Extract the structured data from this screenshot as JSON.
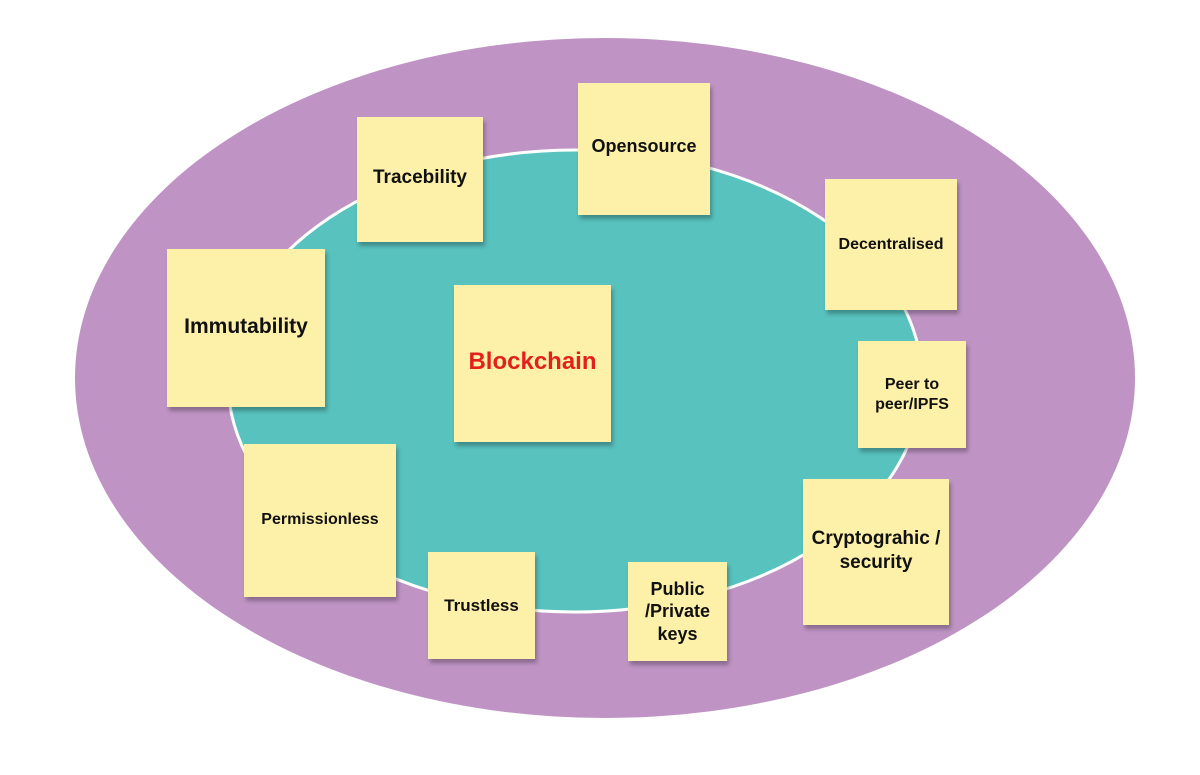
{
  "colors": {
    "outer": "#bf94c4",
    "inner": "#58c2be",
    "note": "#fdf0a8",
    "center_text": "#e2211c"
  },
  "center": {
    "label": "Blockchain"
  },
  "notes": [
    {
      "label": "Opensource"
    },
    {
      "label": "Tracebility"
    },
    {
      "label": "Decentralised"
    },
    {
      "label": "Immutability"
    },
    {
      "label": "Peer to peer/IPFS"
    },
    {
      "label": "Permissionless"
    },
    {
      "label": "Cryptograhic / security"
    },
    {
      "label": "Trustless"
    },
    {
      "label": "Public /Private keys"
    }
  ]
}
